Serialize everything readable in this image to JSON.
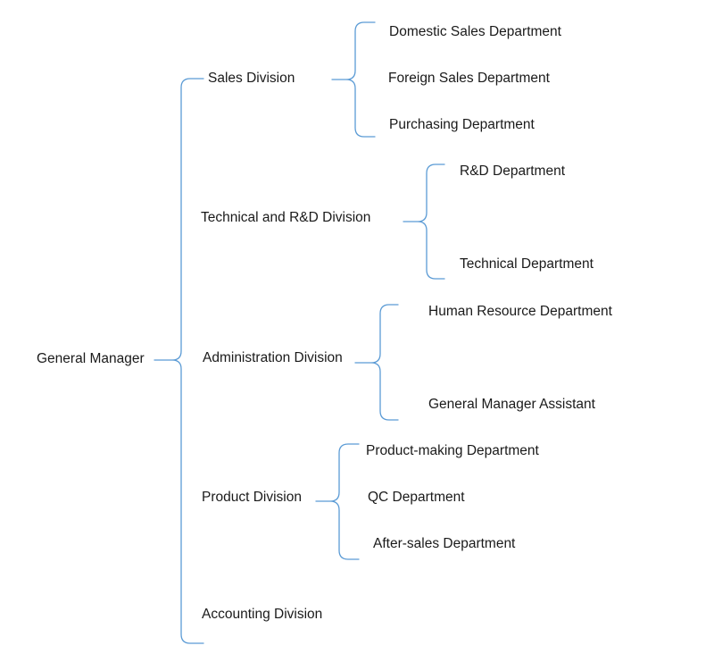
{
  "root": {
    "label": "General Manager",
    "divisions": [
      {
        "label": "Sales Division",
        "departments": [
          {
            "label": "Domestic Sales Department"
          },
          {
            "label": "Foreign Sales Department"
          },
          {
            "label": "Purchasing Department"
          }
        ]
      },
      {
        "label": "Technical and R&D Division",
        "departments": [
          {
            "label": "R&D Department"
          },
          {
            "label": "Technical Department"
          }
        ]
      },
      {
        "label": "Administration Division",
        "departments": [
          {
            "label": "Human Resource Department"
          },
          {
            "label": "General Manager Assistant"
          }
        ]
      },
      {
        "label": "Product Division",
        "departments": [
          {
            "label": "Product-making Department"
          },
          {
            "label": "QC Department"
          },
          {
            "label": "After-sales Department"
          }
        ]
      },
      {
        "label": "Accounting Division",
        "departments": []
      }
    ]
  },
  "colors": {
    "connector": "#5b9bd5",
    "text": "#1a1a1a"
  }
}
